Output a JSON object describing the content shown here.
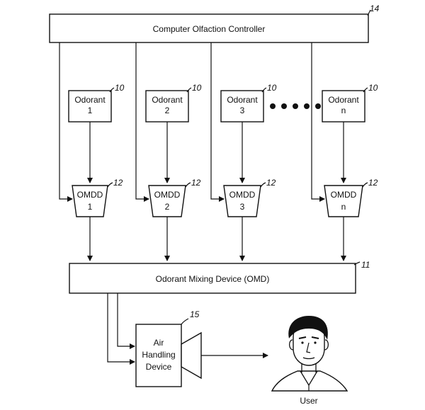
{
  "controller": {
    "label": "Computer Olfaction Controller",
    "ref": "14"
  },
  "odorants": [
    {
      "title": "Odorant",
      "sub": "1",
      "ref": "10"
    },
    {
      "title": "Odorant",
      "sub": "2",
      "ref": "10"
    },
    {
      "title": "Odorant",
      "sub": "3",
      "ref": "10"
    },
    {
      "title": "Odorant",
      "sub": "n",
      "ref": "10"
    }
  ],
  "omdds": [
    {
      "title": "OMDD",
      "sub": "1",
      "ref": "12"
    },
    {
      "title": "OMDD",
      "sub": "2",
      "ref": "12"
    },
    {
      "title": "OMDD",
      "sub": "3",
      "ref": "12"
    },
    {
      "title": "OMDD",
      "sub": "n",
      "ref": "12"
    }
  ],
  "mixer": {
    "label": "Odorant Mixing Device (OMD)",
    "ref": "11"
  },
  "air": {
    "line1": "Air",
    "line2": "Handling",
    "line3": "Device",
    "ref": "15"
  },
  "user": {
    "label": "User"
  }
}
